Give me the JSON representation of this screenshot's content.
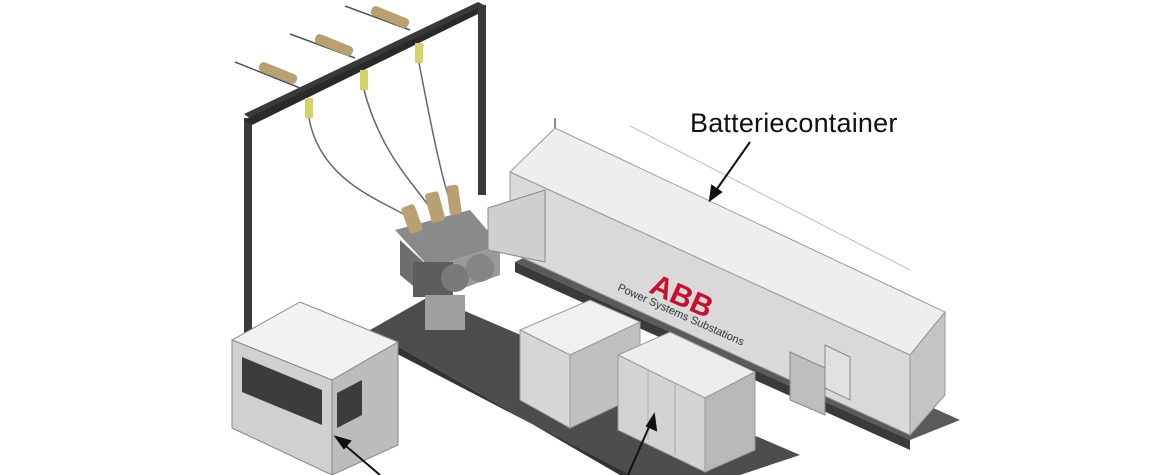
{
  "callouts": {
    "battery_container": "Batteriecontainer"
  },
  "container_branding": {
    "logo_text": "ABB",
    "subtitle": "Power Systems Substations"
  },
  "colors": {
    "background": "#ffffff",
    "gantry": "#3a3a3a",
    "base_platform": "#4a4a4a",
    "container_front": "#d9d9d9",
    "container_side": "#c4c4c4",
    "container_roof": "#eeeeee",
    "brand": "#c8102e",
    "insulator": "#b8a070"
  }
}
